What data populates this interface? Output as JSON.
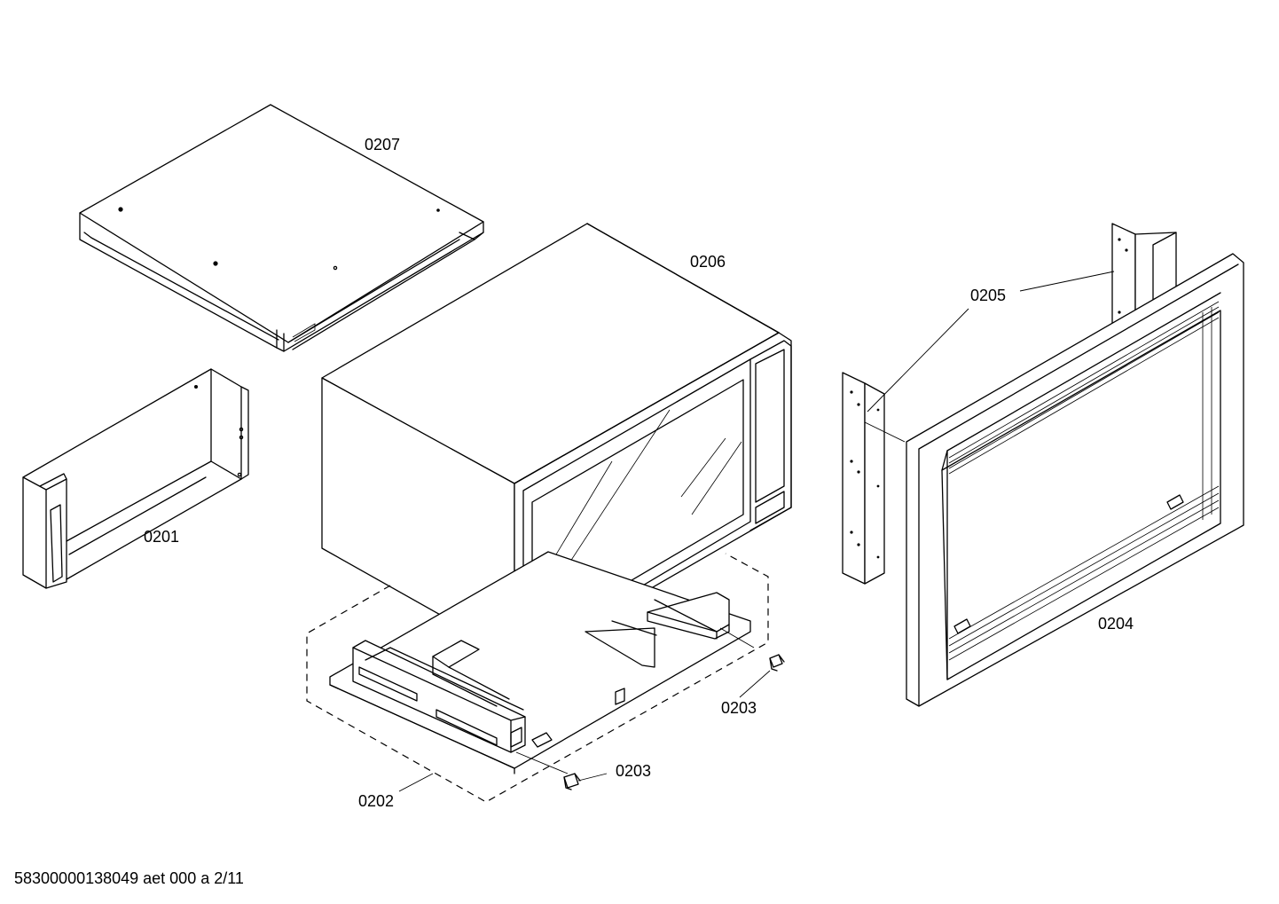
{
  "parts": {
    "p0207": "0207",
    "p0206": "0206",
    "p0205": "0205",
    "p0201": "0201",
    "p0204": "0204",
    "p0203a": "0203",
    "p0203b": "0203",
    "p0202": "0202"
  },
  "footer": {
    "doc_id": "58300000138049 aet 000 a 2/11"
  }
}
